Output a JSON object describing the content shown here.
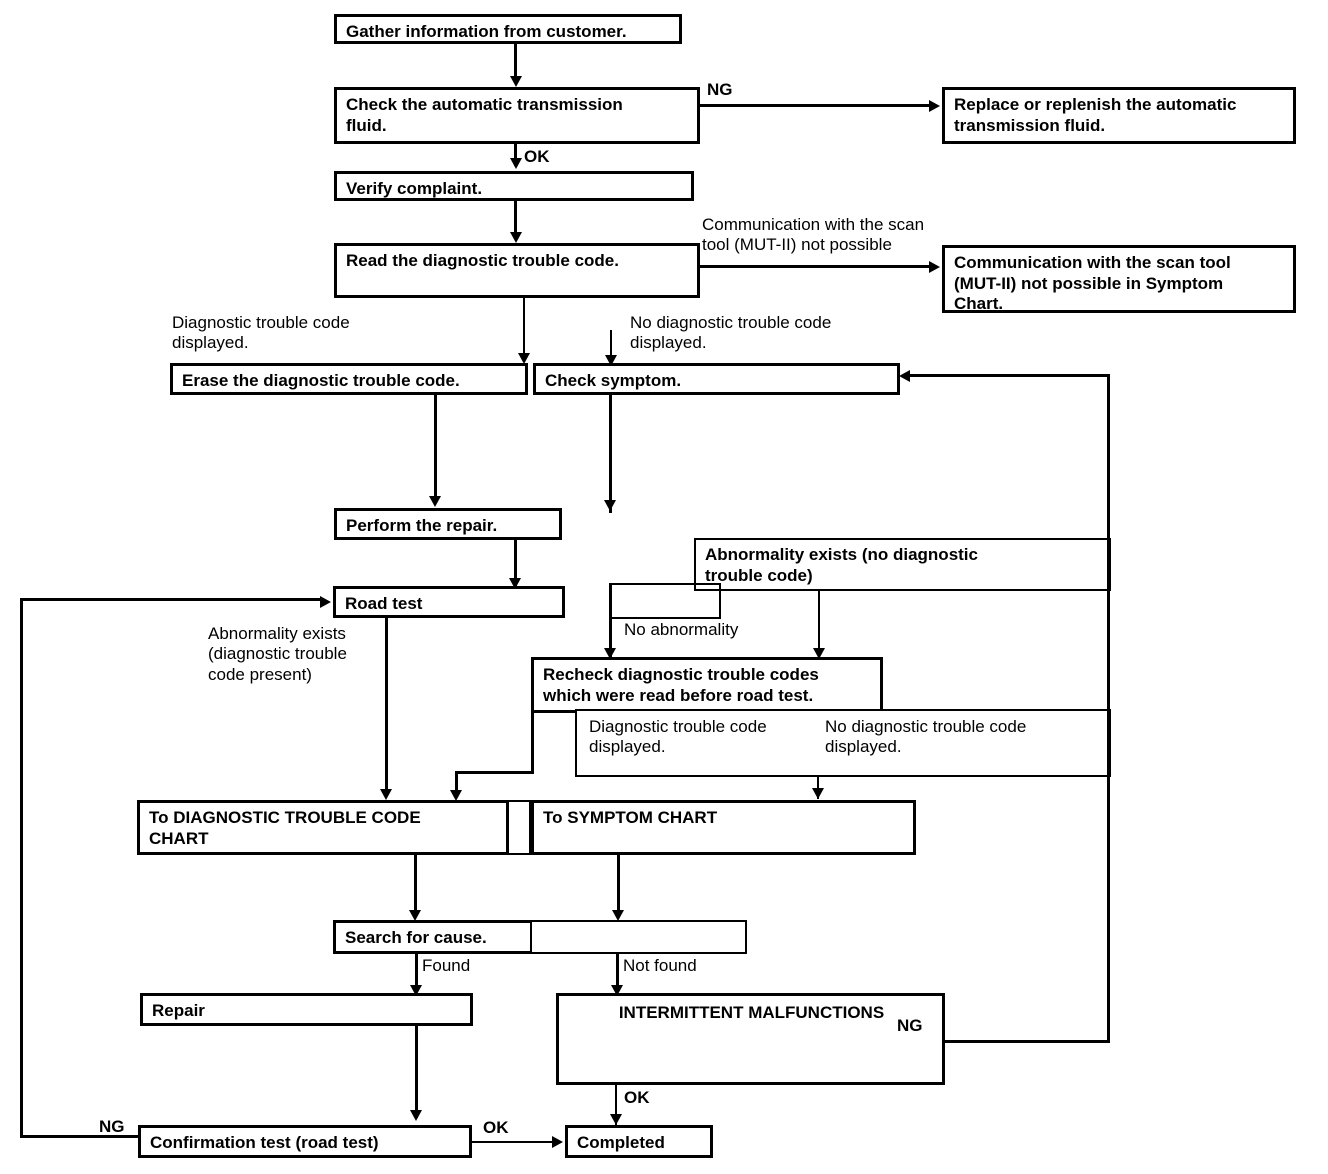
{
  "diagram": {
    "title": "Automatic Transmission Troubleshooting Flowchart",
    "type": "flowchart",
    "ink_color": "#000000",
    "background_color": "#ffffff"
  },
  "nodes": {
    "gather": "Gather information from customer.",
    "check_fluid": "Check the automatic transmission\nfluid.",
    "replace_fluid": "Replace or replenish the automatic\ntransmission fluid.",
    "verify_complaint": "Verify complaint.",
    "read_dtc": "Read the diagnostic trouble code.",
    "comm_not_possible": "Communication with the scan tool\n(MUT-II) not possible in Symptom\nChart.",
    "erase_dtc": "Erase the diagnostic trouble code.",
    "check_symptom": "Check symptom.",
    "perform_repair": "Perform the repair.",
    "road_test": "Road test",
    "abnormality_no_dtc": "Abnormality exists (no diagnostic\ntrouble code)",
    "recheck_dtc": "Recheck diagnostic trouble codes\nwhich were read before road test.",
    "dtc_displayed_after": "Diagnostic trouble code\ndisplayed.",
    "no_dtc_displayed_after": "No diagnostic trouble code\ndisplayed.",
    "to_dtc_chart": "To DIAGNOSTIC TROUBLE CODE\nCHART",
    "to_symptom_chart": "To SYMPTOM CHART",
    "search_for_cause": "Search for cause.",
    "repair": "Repair",
    "intermittent": "INTERMITTENT MALFUNCTIONS",
    "confirmation_test": "Confirmation test (road test)",
    "completed": "Completed"
  },
  "edge_labels": {
    "ng_fluid": "NG",
    "ok_fluid": "OK",
    "comm_scan_tool": "Communication with the scan\ntool (MUT-II) not possible",
    "dtc_displayed": "Diagnostic trouble code\ndisplayed.",
    "no_dtc_displayed": "No diagnostic trouble code\ndisplayed.",
    "abnormality_dtc_present": "Abnormality exists\n(diagnostic trouble\ncode present)",
    "no_abnormality": "No abnormality",
    "found": "Found",
    "not_found": "Not found",
    "ng_intermittent": "NG",
    "ok_intermittent": "OK",
    "ng_confirmation": "NG",
    "ok_confirmation": "OK"
  }
}
